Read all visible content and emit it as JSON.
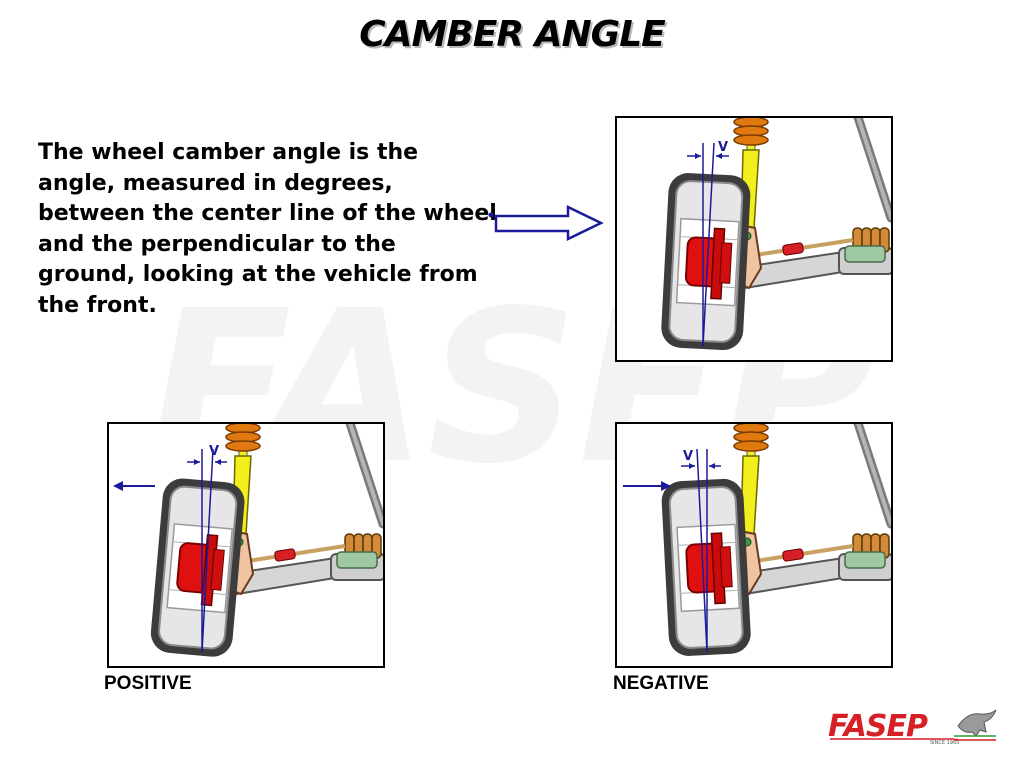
{
  "slide": {
    "title": "CAMBER ANGLE",
    "description": "The wheel camber angle is the angle, measured in degrees, between the center line of the wheel and the perpendicular to the ground, looking at the vehicle from the front.",
    "angle_label": "V",
    "positive_label": "POSITIVE",
    "negative_label": "NEGATIVE",
    "logo_text": "FASEP",
    "logo_tagline": "SINCE 1965",
    "watermark_text": "FASEP"
  },
  "colors": {
    "accent_blue": "#1a1a9a",
    "spring_orange": "#e07a10",
    "strut_yellow": "#f2ef1c",
    "hub_red": "#e01010",
    "tyre_grey": "#3c3c3c",
    "logo_red": "#d71f26"
  },
  "icons": {
    "pointer": "hollow-arrow-right-icon",
    "direction": "arrow-icon"
  }
}
